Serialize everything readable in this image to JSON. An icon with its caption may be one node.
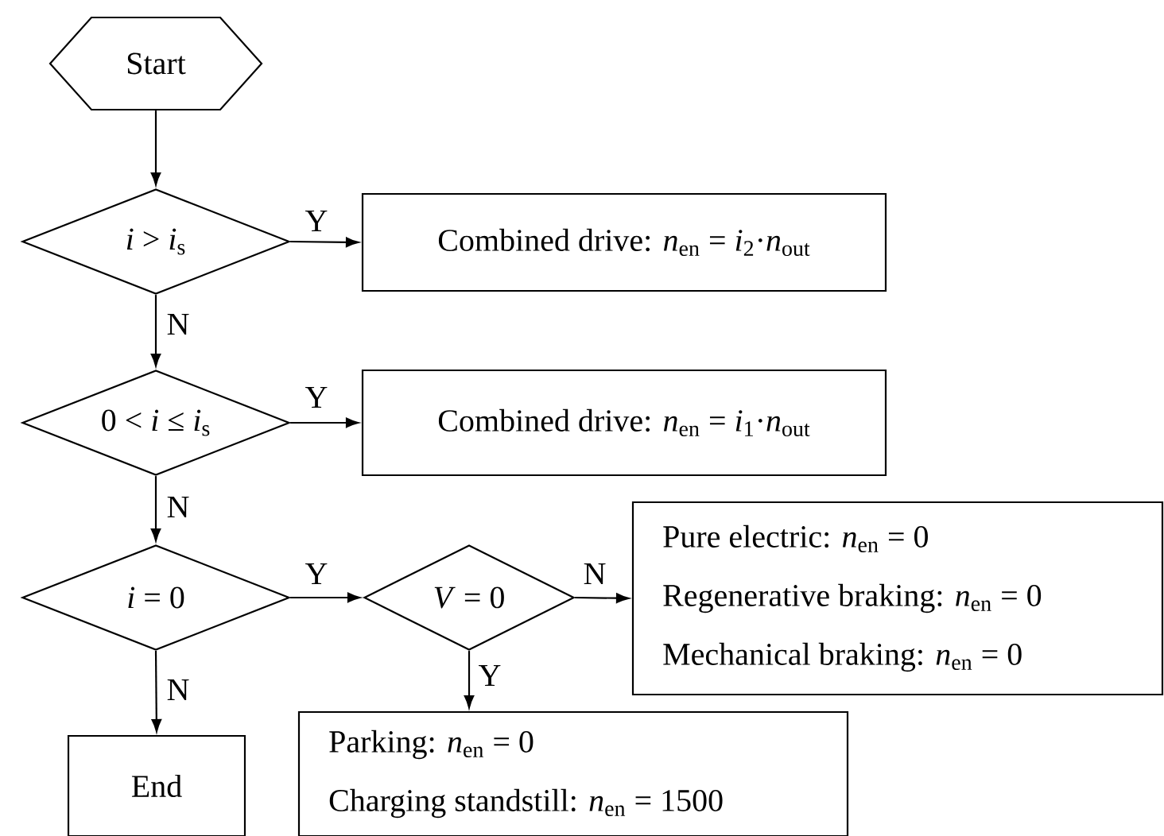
{
  "diagram": {
    "nodes": [
      {
        "text": [
          "Start"
        ]
      },
      {
        "text": [
          "*i* > *i*$_{s}$"
        ]
      },
      {
        "text": [
          "Combined drive: *n*$_{en}$ = *i*$_{2}$·*n*$_{out}$"
        ]
      },
      {
        "text": [
          "0 < *i* ≤ *i*$_{s}$"
        ]
      },
      {
        "text": [
          "Combined drive: *n*$_{en}$ = *i*$_{1}$·*n*$_{out}$"
        ]
      },
      {
        "text": [
          "*i* = 0"
        ]
      },
      {
        "text": [
          "*V* = 0"
        ]
      },
      {
        "text": [
          "Pure electric: *n*$_{en}$ = 0",
          "Regenerative braking: *n*$_{en}$ = 0",
          "Mechanical braking: *n*$_{en}$ = 0"
        ]
      },
      {
        "text": [
          "End"
        ]
      },
      {
        "text": [
          "Parking: *n*$_{en}$ = 0",
          "Charging standstill: *n*$_{en}$ = 1500"
        ]
      }
    ],
    "edges": [
      {
        "from": 0,
        "to": 1,
        "arrow": "to"
      },
      {
        "from": 1,
        "to": 2,
        "arrow": "to",
        "label": "Y"
      },
      {
        "from": 1,
        "to": 3,
        "arrow": "to",
        "label": "N"
      },
      {
        "from": 3,
        "to": 4,
        "arrow": "to",
        "label": "Y"
      },
      {
        "from": 3,
        "to": 5,
        "arrow": "to",
        "label": "N"
      },
      {
        "from": 5,
        "to": 6,
        "arrow": "to",
        "label": "Y"
      },
      {
        "from": 6,
        "to": 7,
        "arrow": "to",
        "label": "N"
      },
      {
        "from": 6,
        "to": 9,
        "arrow": "to",
        "label": "Y"
      },
      {
        "from": 5,
        "to": 8,
        "arrow": "to",
        "label": "N"
      }
    ]
  }
}
